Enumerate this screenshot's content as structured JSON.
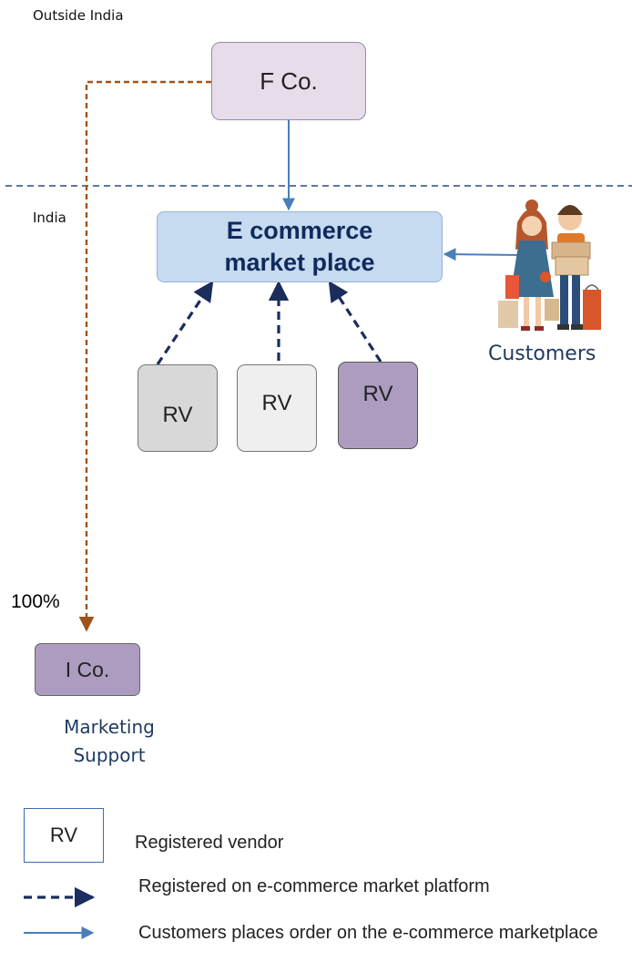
{
  "regions": {
    "outside": "Outside India",
    "inside": "India"
  },
  "entities": {
    "foreign_company": "F Co.",
    "marketplace": "E commerce market place",
    "vendors": [
      "RV",
      "RV",
      "RV"
    ],
    "indian_company": "I Co."
  },
  "labels": {
    "customers": "Customers",
    "marketing_support": "Marketing Support",
    "ownership": "100%"
  },
  "legend": {
    "rv_symbol": "RV",
    "rv_text": "Registered vendor",
    "dashed_text": "Registered on e-commerce market platform",
    "solid_text": "Customers places order on the e-commerce marketplace"
  },
  "colors": {
    "dashed_navy": "#1b2d5c",
    "solid_blue": "#4a7ebb",
    "ownership_brown": "#a0521d",
    "border_dashed": "#2b4a7a"
  }
}
